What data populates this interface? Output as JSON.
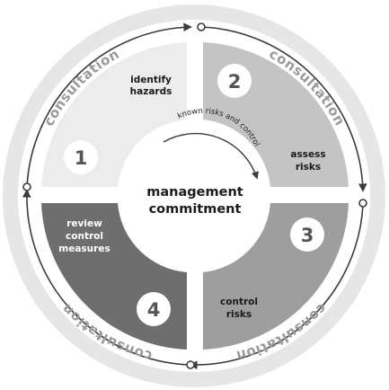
{
  "consultation_labels": [
    "consultation",
    "consultation",
    "consultation",
    "consultation"
  ],
  "center": {
    "line1": "management",
    "line2": "commitment"
  },
  "inner_arrow_label": "known risks and control",
  "steps": [
    {
      "number": "1",
      "lines": [
        "identify",
        "hazards"
      ]
    },
    {
      "number": "2",
      "lines": [
        "assess",
        "risks"
      ]
    },
    {
      "number": "3",
      "lines": [
        "control",
        "risks"
      ]
    },
    {
      "number": "4",
      "lines": [
        "review",
        "control",
        "measures"
      ]
    }
  ],
  "colors": {
    "outer_ring": "#e6e6e6",
    "q1": "#ececec",
    "q2": "#c4c4c4",
    "q3": "#9e9e9e",
    "q4": "#6e6e6e",
    "arrow": "#3c3c3c"
  }
}
